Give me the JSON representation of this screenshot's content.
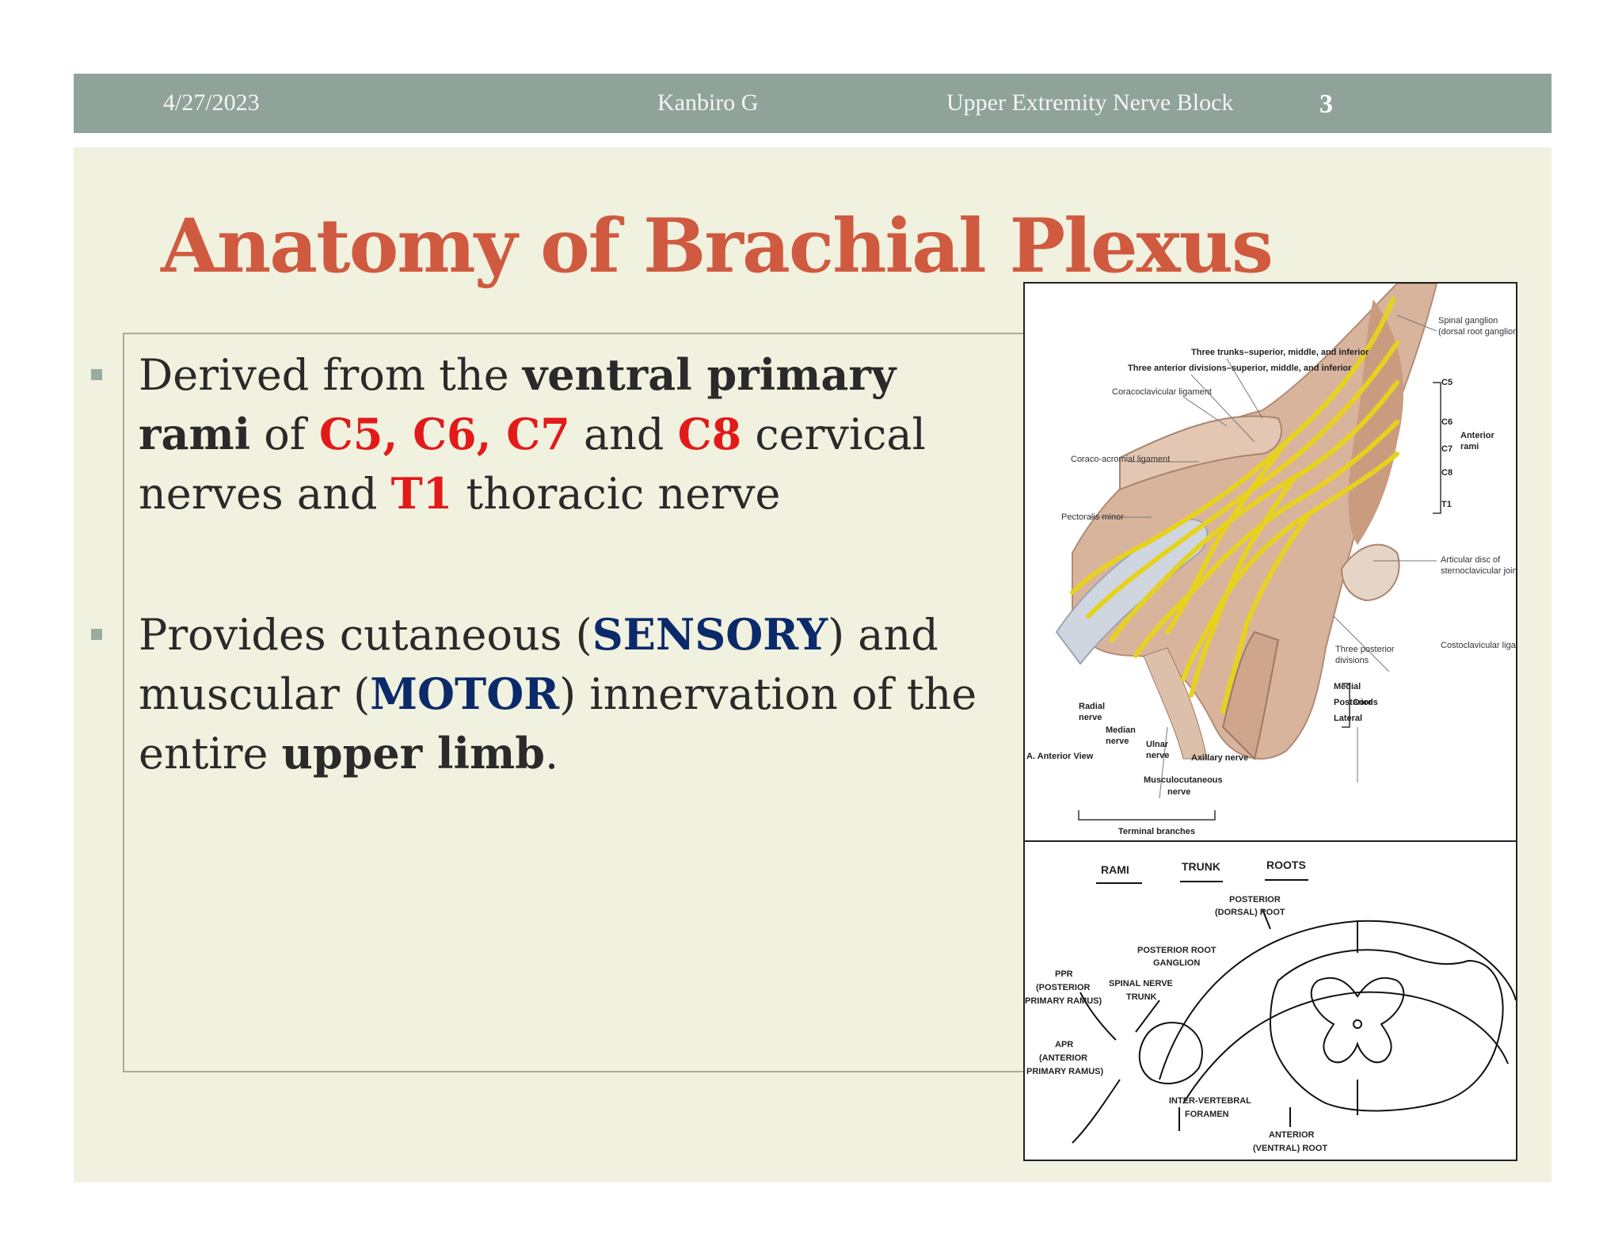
{
  "header": {
    "date": "4/27/2023",
    "author": "Kanbiro G",
    "topic": "Upper Extremity Nerve Block",
    "page_number": "3"
  },
  "title": "Anatomy of Brachial Plexus",
  "bullet1": {
    "t1": "Derived from the ",
    "t2": "ventral primary rami",
    "t3": " of ",
    "t4": "C5, C6, C7",
    "t5": " and ",
    "t6": "C8",
    "t7": " cervical nerves and ",
    "t8": "T1",
    "t9": " thoracic nerve"
  },
  "bullet2": {
    "t1": "Provides cutaneous (",
    "t2": "SENSORY",
    "t3": ") and muscular (",
    "t4": "MOTOR",
    "t5": ") innervation of the entire ",
    "t6": "upper limb",
    "t7": "."
  },
  "figure_top_labels": {
    "spinal_ganglion": "Spinal ganglion",
    "dorsal_root_ganglion": "(dorsal root ganglion)",
    "three_trunks": "Three trunks–superior, middle, and inferior",
    "three_divisions": "Three anterior divisions–superior, middle, and inferior",
    "coracoclavicular": "Coracoclavicular ligament",
    "coracoacromial": "Coraco-acromial ligament",
    "pectoralis_minor": "Pectoralis minor",
    "c5": "C5",
    "c6": "C6",
    "c7": "C7",
    "c8": "C8",
    "t1": "T1",
    "anterior_rami_1": "Anterior",
    "anterior_rami_2": "rami",
    "articular_disc_1": "Articular disc of",
    "articular_disc_2": "sternoclavicular joint",
    "costoclavicular": "Costoclavicular ligament",
    "three_posterior_1": "Three posterior",
    "three_posterior_2": "divisions",
    "medial": "Medial",
    "posterior": "Posterior",
    "lateral": "Lateral",
    "cords": "Cords",
    "radial_1": "Radial",
    "radial_2": "nerve",
    "median_1": "Median",
    "median_2": "nerve",
    "ulnar_1": "Ulnar",
    "ulnar_2": "nerve",
    "axillary": "Axillary nerve",
    "musculo_1": "Musculocutaneous",
    "musculo_2": "nerve",
    "anterior_view": "A. Anterior View",
    "terminal_branches": "Terminal branches"
  },
  "figure_bottom_labels": {
    "rami": "RAMI",
    "trunk": "TRUNK",
    "roots": "ROOTS",
    "posterior_root_1": "POSTERIOR",
    "posterior_root_2": "(DORSAL)  ROOT",
    "ganglion_1": "POSTERIOR  ROOT",
    "ganglion_2": "GANGLION",
    "ppr_1": "PPR",
    "ppr_2": "(POSTERIOR",
    "ppr_3": "PRIMARY  RAMUS)",
    "spinal_trunk_1": "SPINAL  NERVE",
    "spinal_trunk_2": "TRUNK",
    "apr_1": "APR",
    "apr_2": "(ANTERIOR",
    "apr_3": "PRIMARY  RAMUS)",
    "foramen_1": "INTER-VERTEBRAL",
    "foramen_2": "FORAMEN",
    "anterior_root_1": "ANTERIOR",
    "anterior_root_2": "(VENTRAL)  ROOT"
  }
}
